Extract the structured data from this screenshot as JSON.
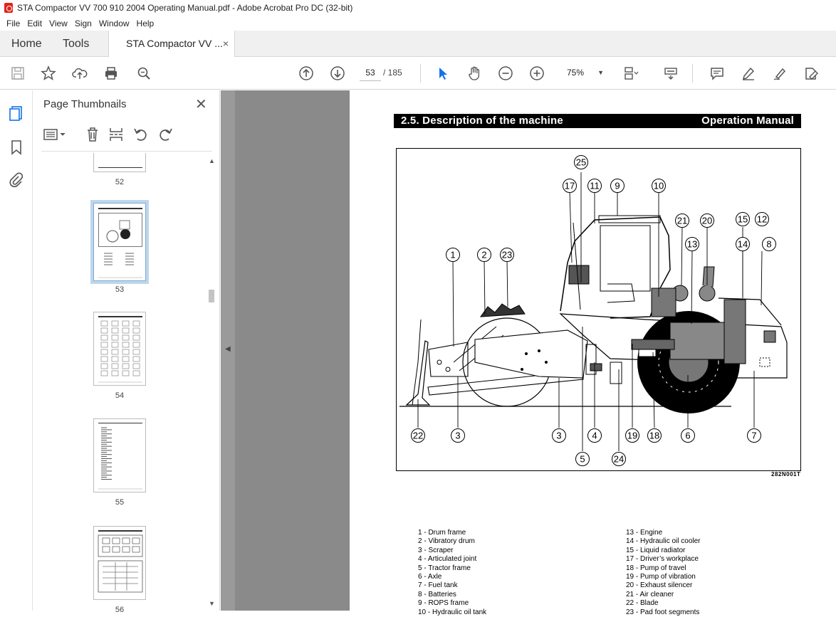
{
  "window": {
    "title": "STA Compactor VV 700 910 2004 Operating Manual.pdf - Adobe Acrobat Pro DC (32-bit)"
  },
  "menu": [
    "File",
    "Edit",
    "View",
    "Sign",
    "Window",
    "Help"
  ],
  "tabs": {
    "home": "Home",
    "tools": "Tools",
    "document": "STA Compactor VV ...",
    "close": "×"
  },
  "toolbar": {
    "page_current": "53",
    "page_total": "/ 185",
    "zoom": "75%"
  },
  "thumbnails": {
    "title": "Page Thumbnails",
    "close": "✕",
    "pages": [
      {
        "label": "52",
        "selected": false
      },
      {
        "label": "53",
        "selected": true
      },
      {
        "label": "54",
        "selected": false
      },
      {
        "label": "55",
        "selected": false
      },
      {
        "label": "56",
        "selected": false
      }
    ]
  },
  "document": {
    "header_left": "2.5. Description of the machine",
    "header_right": "Operation Manual",
    "figure_code": "282N001T",
    "callouts": [
      "25",
      "17",
      "11",
      "9",
      "10",
      "21",
      "20",
      "15",
      "12",
      "13",
      "14",
      "8",
      "1",
      "2",
      "23",
      "22",
      "3",
      "3",
      "4",
      "5",
      "24",
      "19",
      "18",
      "6",
      "7"
    ],
    "legend_left": [
      "1 - Drum frame",
      "2 - Vibratory drum",
      "3 - Scraper",
      "4 - Articulated joint",
      "5 - Tractor frame",
      "6 - Axle",
      "7 - Fuel tank",
      "8 - Batteries",
      "9 - ROPS frame",
      "10 - Hydraulic oil tank"
    ],
    "legend_right": [
      "13 - Engine",
      "14 - Hydraulic oil cooler",
      "15 - Liquid radiator",
      "17 - Driver’s workplace",
      "18 - Pump of travel",
      "19 - Pump of vibration",
      "20 - Exhaust silencer",
      "21 - Air cleaner",
      "22 - Blade",
      "23 - Pad foot segments"
    ]
  }
}
